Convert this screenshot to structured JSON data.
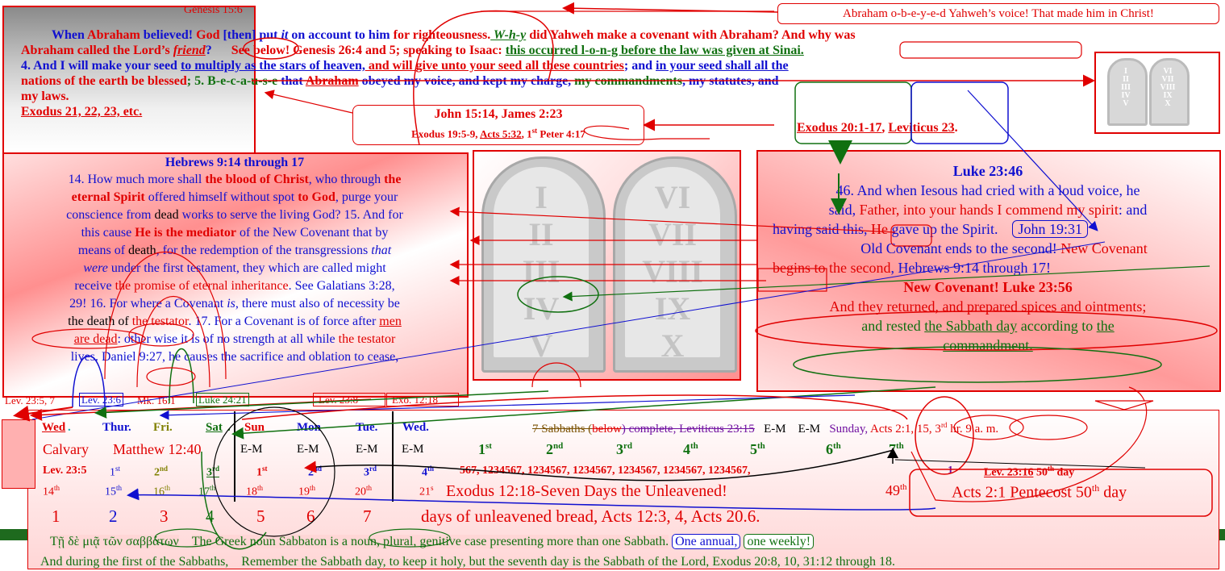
{
  "top_note": "Abraham o-b-e-y-e-d Yahweh’s voice! That made him in Christ!",
  "genesis_ref": "Genesis 15:6",
  "abraham_block": {
    "line1_a": "When ",
    "line1_b": "Abraham",
    "line1_c": " believed! ",
    "line1_d": "God",
    "line1_e": " [then] put ",
    "line1_f": "it",
    "line1_g": " on account to him ",
    "line1_h": "for righteousness.",
    "line1_i": " W-h-y",
    "line1_j": " did Yahweh make a covenant with Abraham? And why was",
    "line2_a": "Abraham",
    "line2_b": " called the Lord’s ",
    "line2_c": "friend",
    "line2_d": "?",
    "line2_e": "See below! Genesis 26:4 and 5; speaking to Isaac: ",
    "line2_f": "this occurred l-o-n-g before the law was given at Sinai.",
    "line3_a": "4. And I will make your seed ",
    "line3_b": "to multiply as the stars of heaven,",
    "line3_c": " and will give unto your seed all these countries",
    "line3_d": "; and ",
    "line3_e": "in your seed shall all the",
    "line4_a": "nations of the earth be blessed",
    "line4_b": "; 5. B-e-c-a-u-s-e ",
    "line4_c": "that ",
    "line4_d": "Abraham",
    "line4_e": " obeyed my voice, and kept my charge, ",
    "line4_f": "my commandments",
    "line4_g": ", ",
    "line4_h": "my statutes",
    "line4_i": ", and",
    "line5": "my laws.",
    "exodus_ref": "Exodus 21, 22, 23, etc."
  },
  "john_box": {
    "line1": "John 15:14, James 2:23",
    "line2_a": "Exodus 19:5-9, ",
    "line2_b": "Acts 5:32",
    "line2_c": ", 1",
    "line2_sup": "st",
    "line2_d": " Peter 4:17"
  },
  "exodus_links": {
    "a": "Exodus 20:1-17",
    "sep": ", ",
    "b": "Leviticus 23",
    "end": "."
  },
  "hebrews": {
    "title": "Hebrews 9:14 through 17",
    "l1a": "14. How much more shall ",
    "l1b": "the blood of Christ",
    "l1c": ", who through ",
    "l1d": "the",
    "l2a": "eternal Spirit",
    "l2b": " offered himself without spot ",
    "l2c": "to God",
    "l2d": ", purge your",
    "l3a": "conscience from ",
    "l3b": "dead",
    "l3c": " works to serve the living God? 15. And for",
    "l4a": "this cause ",
    "l4b": "He is the mediator",
    "l4c": " of the New Covenant that by",
    "l5a": "means of ",
    "l5b": "death",
    "l5c": ", for the redemption of the transgressions ",
    "l5d": "that",
    "l6a": "were",
    "l6b": " under the first testament, they which are called might",
    "l7a": "receive ",
    "l7b": "the promise of eternal inheritance",
    "l7c": ". See Galatians 3:28,",
    "l8a": "29! 16. For where a Covenant ",
    "l8b": "is",
    "l8c": ", there must also of necessity be",
    "l9a": "the death of ",
    "l9b": "the testator",
    "l9c": ". 17. For a Covenant is of force after ",
    "l9d": "men",
    "l10a": "are dead",
    "l10b": ": other wise it is of no strength at all while ",
    "l10c": "the testator",
    "l11a": "lives. Daniel 9:27, ",
    "l11b": "he",
    "l11c": " causes the sacrifice and oblation to cease,"
  },
  "luke": {
    "title": "Luke 23:46",
    "l1": "46. And when Iesous had cried with a loud voice, he",
    "l2a": "said, ",
    "l2b": "Father, into your hands I commend my spirit",
    "l2c": ": and",
    "l3a": "having said this, ",
    "l3b": "He",
    "l3c": " gave up the Spirit.",
    "l3d": "John 19:31",
    "l4a": "Old Covenant ends to the second! ",
    "l4b": "New Covenant",
    "l5a": "begins to the second",
    "l5b": ", Hebrews 9:14 through 17!",
    "l6": "New Covenant! Luke 23:56",
    "l7": "And they returned, and prepared spices and ointments;",
    "l8a": "and rested ",
    "l8b": "the Sabbath day",
    "l8c": " according to ",
    "l8d": "the",
    "l9": "commandment."
  },
  "tablets_small": {
    "left": [
      "I",
      "II",
      "III",
      "IV",
      "V"
    ],
    "right": [
      "VI",
      "VII",
      "VIII",
      "IX",
      "X"
    ]
  },
  "tablets_big": {
    "left": [
      "I",
      "II",
      "III",
      "IV",
      "V"
    ],
    "right": [
      "VI",
      "VII",
      "VIII",
      "IX",
      "X"
    ]
  },
  "refs_row": {
    "r1": "Lev. 23:5, 7",
    "r2": "Lev. 23:6",
    "r3": "Mk. 16:1",
    "r4": "Luke 24:21",
    "r5": "Lev. 23:8",
    "r6": "Exo. 12:18"
  },
  "days_header": {
    "wed": "Wed",
    "wed_dot": ".",
    "thur": "Thur.",
    "fri": "Fri.",
    "sat": "Sat",
    "sat_dot": ".",
    "sun": "Sun",
    "mon": "Mon",
    "tue": "Tue.",
    "wed2": "Wed.",
    "sabbaths_a": "7 Sabbaths (",
    "sabbaths_b": "below",
    "sabbaths_c": ") complete, Leviticus 23:15",
    "em1": "E-M",
    "em2": "E-M",
    "sunday": "Sunday, ",
    "acts": "Acts 2:1, 15, 3",
    "acts_sup": "rd",
    "acts_end": " hr. 9 a. m."
  },
  "row2": {
    "calvary": "Calvary",
    "matthew": "Matthew 12:40",
    "em": [
      "E-M",
      "E-M",
      "E-M",
      "E-M"
    ],
    "ordinals": [
      {
        "n": "1",
        "s": "st"
      },
      {
        "n": "2",
        "s": "nd"
      },
      {
        "n": "3",
        "s": "rd"
      },
      {
        "n": "4",
        "s": "th"
      },
      {
        "n": "5",
        "s": "th"
      },
      {
        "n": "6",
        "s": "th"
      },
      {
        "n": "7",
        "s": "th"
      }
    ]
  },
  "row3": {
    "lev": "Lev. 23:5",
    "c1": "1",
    "c1s": "st",
    "c2": "2",
    "c2s": "nd",
    "c3": "3",
    "c3s": "rd",
    "c4": "1",
    "c4s": "st",
    "c5": "2",
    "c5s": "nd",
    "c6": "3",
    "c6s": "rd",
    "c7": "4",
    "c7s": "th",
    "counts": "567, 1234567, 1234567, 1234567, 1234567, 1234567, 1234567,",
    "one": "1",
    "lev16": "Lev. 23:16",
    "fiftieth": " 50",
    "fiftieth_sup": "th",
    "day": " day"
  },
  "row4": {
    "d": [
      "14",
      "15",
      "16",
      "17",
      "18",
      "19",
      "20",
      "21"
    ],
    "sup": [
      "th",
      "th",
      "th",
      "th",
      "th",
      "th",
      "th",
      "s"
    ],
    "exodus": "Exodus 12:18-Seven Days the Unleavened!",
    "fortynine": "49",
    "fortynine_sup": "th",
    "pentecost_a": "Acts 2:1 Pentecost 50",
    "pentecost_sup": "th",
    "pentecost_b": " day"
  },
  "row5": {
    "nums": [
      "1",
      "2",
      "3",
      "4",
      "5",
      "6",
      "7"
    ],
    "text": "days of unleavened bread, Acts 12:3, 4, Acts 20.6."
  },
  "greek": {
    "g": "Τῇ  δὲ  μιᾷ  τῶν  σαββάτων",
    "note": "The Greek noun Sabbaton is a noun, plural, genitive case presenting more than one Sabbath.",
    "annual": "One annual,",
    "weekly": "one weekly!"
  },
  "bottom_line": {
    "a": "And during the first of the Sabbaths,",
    "b": "Remember the Sabbath day, to keep it holy, but the seventh day is the Sabbath of the Lord, Exodus 20:8, 10, 31:12 through 18."
  },
  "colors": {
    "red": "#e00000",
    "blue": "#1010d0",
    "green": "#107010",
    "pink": "#ff9a9a"
  }
}
